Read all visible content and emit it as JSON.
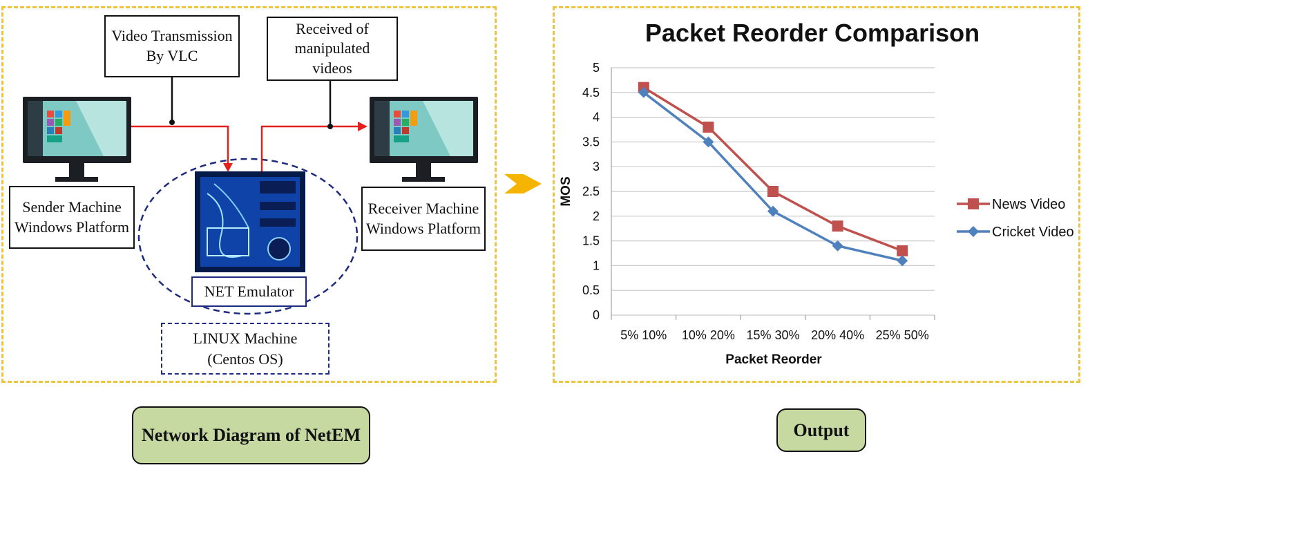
{
  "diagram": {
    "video_transmission_label": "Video Transmission\nBy VLC",
    "received_label": "Received of\nmanipulated\nvideos",
    "sender_label": "Sender Machine\nWindows Platform",
    "receiver_label": "Receiver Machine\nWindows Platform",
    "emulator_label": "NET Emulator",
    "linux_label": "LINUX Machine\n(Centos OS)",
    "caption": "Network Diagram of NetEM"
  },
  "output": {
    "caption": "Output"
  },
  "colors": {
    "panel_border": "#efc33a",
    "arrow_red": "#e3211c",
    "navy": "#1c2a80",
    "caption_fill": "#c6d9a0",
    "series_news": "#c0504d",
    "series_cricket": "#4f81bd"
  },
  "chart_data": {
    "type": "line",
    "title": "Packet Reorder Comparison",
    "xlabel": "Packet Reorder",
    "ylabel": "MOS",
    "categories": [
      "5% 10%",
      "10% 20%",
      "15% 30%",
      "20% 40%",
      "25% 50%"
    ],
    "ylim": [
      0,
      5
    ],
    "yticks": [
      "0",
      "0.5",
      "1",
      "1.5",
      "2",
      "2.5",
      "3",
      "3.5",
      "4",
      "4.5",
      "5"
    ],
    "grid": true,
    "legend_position": "right",
    "series": [
      {
        "name": "News Video",
        "values": [
          4.6,
          3.8,
          2.5,
          1.8,
          1.3
        ],
        "color": "#c0504d",
        "marker": "square"
      },
      {
        "name": "Cricket Video",
        "values": [
          4.5,
          3.5,
          2.1,
          1.4,
          1.1
        ],
        "color": "#4f81bd",
        "marker": "diamond"
      }
    ]
  }
}
